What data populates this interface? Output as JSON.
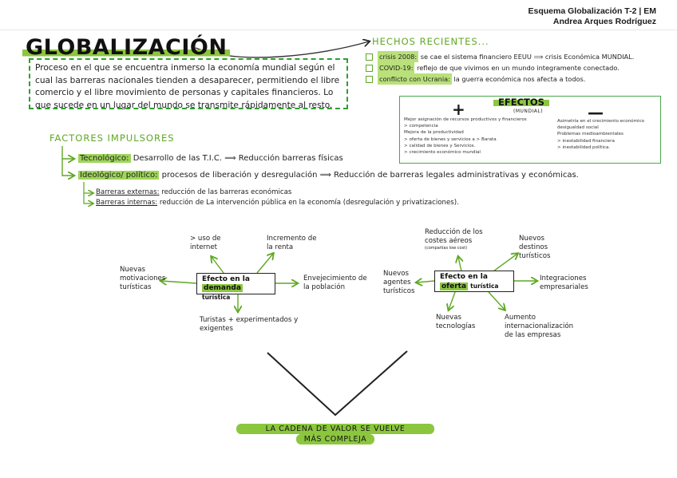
{
  "header": {
    "line1": "Esquema Globalización T-2 | EM",
    "line2": "Andrea Arques Rodríguez"
  },
  "title": "GLOBALIZACIÓN",
  "definition": "Proceso en el que se encuentra inmerso la economía mundial según el cual las barreras nacionales tienden a desaparecer, permitiendo el libre comercio y el libre movimiento de personas y capitales financieros. Lo que sucede en un lugar del mundo se transmite rápidamente al resto.",
  "hechos": {
    "heading": "HECHOS RECIENTES...",
    "items": [
      {
        "label": "crisis 2008:",
        "text": "se cae el sistema financiero EEUU ⟹ crisis Económica MUNDIAL."
      },
      {
        "label": "COVID-19:",
        "text": "reflejo de que vivimos en un mundo integramente conectado."
      },
      {
        "label": "conflicto con Ucrania:",
        "text": "la guerra económica nos afecta a todos."
      }
    ]
  },
  "efectos": {
    "title": "EFECTOS",
    "subtitle": "(MUNDIAL)",
    "plus_sign": "+",
    "minus_sign": "—",
    "positivos": [
      "Mejor asignación de recursos productivos y financieros",
      "> competencia",
      "Mejora de la productividad",
      "> oferta de bienes y servicios a > Barata",
      "> calidad de bienes y Servicios.",
      "> crecimiento económico mundial"
    ],
    "negativos": [
      "Asimetría en el crecimiento económico",
      "desigualdad social",
      "Problemas medioambientales",
      "> inestabilidad financiera",
      "> inestabilidad política."
    ]
  },
  "factores": {
    "heading": "FACTORES IMPULSORES",
    "tecnologico_label": "Tecnológico:",
    "tecnologico_text": "Desarrollo de las T.I.C. ⟹ Reducción barreras físicas",
    "ideologico_label": "Ideológico/ político:",
    "ideologico_text": "procesos de liberación y desregulación ⟹ Reducción de barreras legales administrativas y económicas.",
    "externas_label": "Barreras externas:",
    "externas_text": "reducción de las barreras económicas",
    "internas_label": "Barreras internas:",
    "internas_text": "reducción de La intervención pública en la economía (desregulación y privatizaciones)."
  },
  "demanda": {
    "box_line1": "Efecto en la",
    "box_word": "demanda",
    "box_tail": "turística",
    "nodes": {
      "internet": "> uso de internet",
      "renta": "Incremento de la renta",
      "motivaciones": "Nuevas motivaciones turísticas",
      "envejecimiento": "Envejecimiento de la población",
      "turistas": "Turistas + experimentados y exigentes"
    }
  },
  "oferta": {
    "box_line1": "Efecto en la",
    "box_word": "oferta",
    "box_tail": "turística",
    "nodes": {
      "costes": "Reducción de los costes aéreos",
      "costes_note": "(compañías low cost)",
      "destinos": "Nuevos destinos turísticos",
      "agentes": "Nuevos agentes turísticos",
      "integraciones": "Integraciones empresariales",
      "tecnologias": "Nuevas tecnologías",
      "internacionalizacion": "Aumento internacionalización de las empresas"
    }
  },
  "conclusion": {
    "line1": "LA CADENA DE VALOR SE VUELVE",
    "line2": "MÁS COMPLEJA"
  },
  "colors": {
    "accent_green": "#8cc63f",
    "dash_green": "#2f9e2f",
    "heading_green": "#5fa822"
  }
}
